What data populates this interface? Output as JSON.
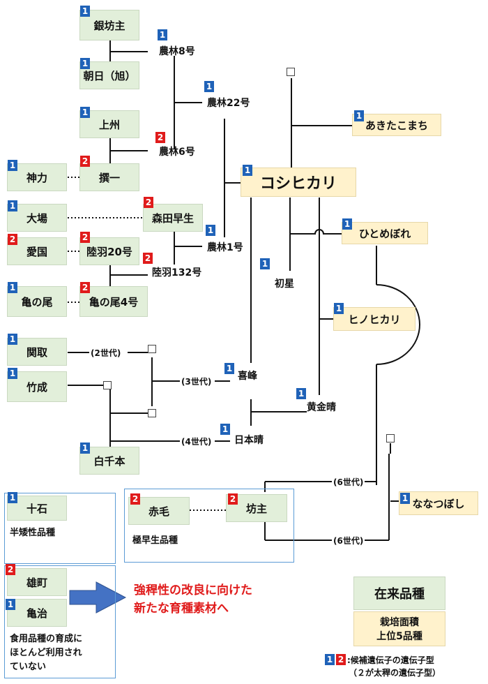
{
  "varieties": {
    "ginbozu": "銀坊主",
    "asahi": "朝日（旭）",
    "joshu": "上州",
    "senichi": "撰一",
    "shinriki": "神力",
    "oba": "大場",
    "moritawase": "森田早生",
    "aikoku": "愛国",
    "rikuu20": "陸羽20号",
    "kamenoo": "亀の尾",
    "kamenoo4": "亀の尾4号",
    "sekitori": "関取",
    "takenari": "竹成",
    "shirosenbon": "白千本",
    "koshihikari": "コシヒカリ",
    "akitakomachi": "あきたこまち",
    "hitomebore": "ひとめぼれ",
    "hinohikari": "ヒノヒカリ",
    "nanatsuboshi": "ななつぼし",
    "jikkoku": "十石",
    "akage": "赤毛",
    "bozu": "坊主",
    "omachi": "雄町",
    "kameji": "亀治"
  },
  "lines": {
    "norin8": "農林8号",
    "norin22": "農林22号",
    "norin6": "農林6号",
    "norin1": "農林1号",
    "rikuu132": "陸羽132号",
    "hatsuboshi": "初星",
    "kiho": "喜峰",
    "koganebare": "黄金晴",
    "nihonbare": "日本晴"
  },
  "generations": {
    "gen2": "(2世代)",
    "gen3": "(3世代)",
    "gen4": "(4世代)",
    "gen6a": "(6世代)",
    "gen6b": "(6世代)"
  },
  "notes": {
    "semi_dwarf": "半矮性品種",
    "very_early": "極早生品種",
    "not_used_1": "食用品種の育成に",
    "not_used_2": "ほとんど利用され",
    "not_used_3": "ていない",
    "improve_1": "強稈性の改良に向けた",
    "improve_2": "新たな育種素材へ"
  },
  "legend": {
    "landrace": "在来品種",
    "top5_1": "栽培面積",
    "top5_2": "上位5品種",
    "badge1": "1",
    "badge2": "2",
    "genotype_1": ":候補遺伝子の遺伝子型",
    "genotype_2": "（２が太稈の遺伝子型）"
  },
  "colors": {
    "genotype1": "#1f62b8",
    "genotype2": "#e01b1b",
    "landrace_fill": "#e2efda",
    "top5_fill": "#fff2cc",
    "frame": "#5b9bd5",
    "highlight_text": "#e01b1b"
  }
}
